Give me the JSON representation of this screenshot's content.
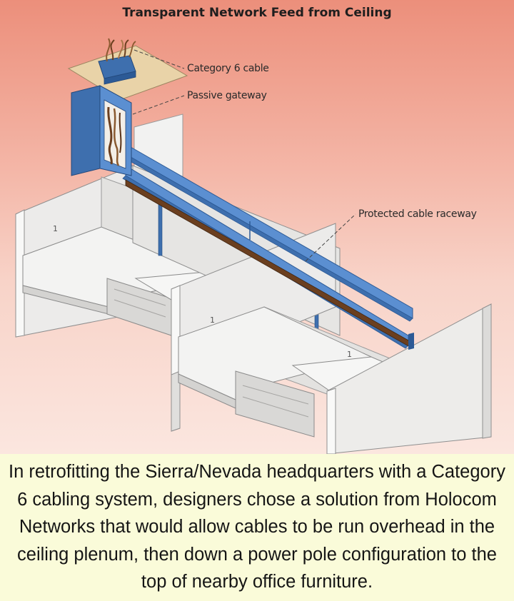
{
  "figure": {
    "title": "Transparent Network Feed from Ceiling",
    "callouts": {
      "cable": "Category 6 cable",
      "gateway": "Passive gateway",
      "raceway": "Protected cable raceway"
    },
    "caption": "In retrofitting the Sierra/Nevada headquarters with a Category 6 cabling system, designers chose a solution from Holocom Networks that would allow cables to be run overhead in the ceiling plenum, then down a power pole configuration to the top of nearby office furniture."
  },
  "colors": {
    "background_top": "#ec8f7b",
    "background_bottom": "#fbe6df",
    "caption_background": "#fafbd9",
    "raceway_blue": "#5b8fd1",
    "cable_brown": "#6b3f1f",
    "panel_gray": "#e9e8e6"
  }
}
